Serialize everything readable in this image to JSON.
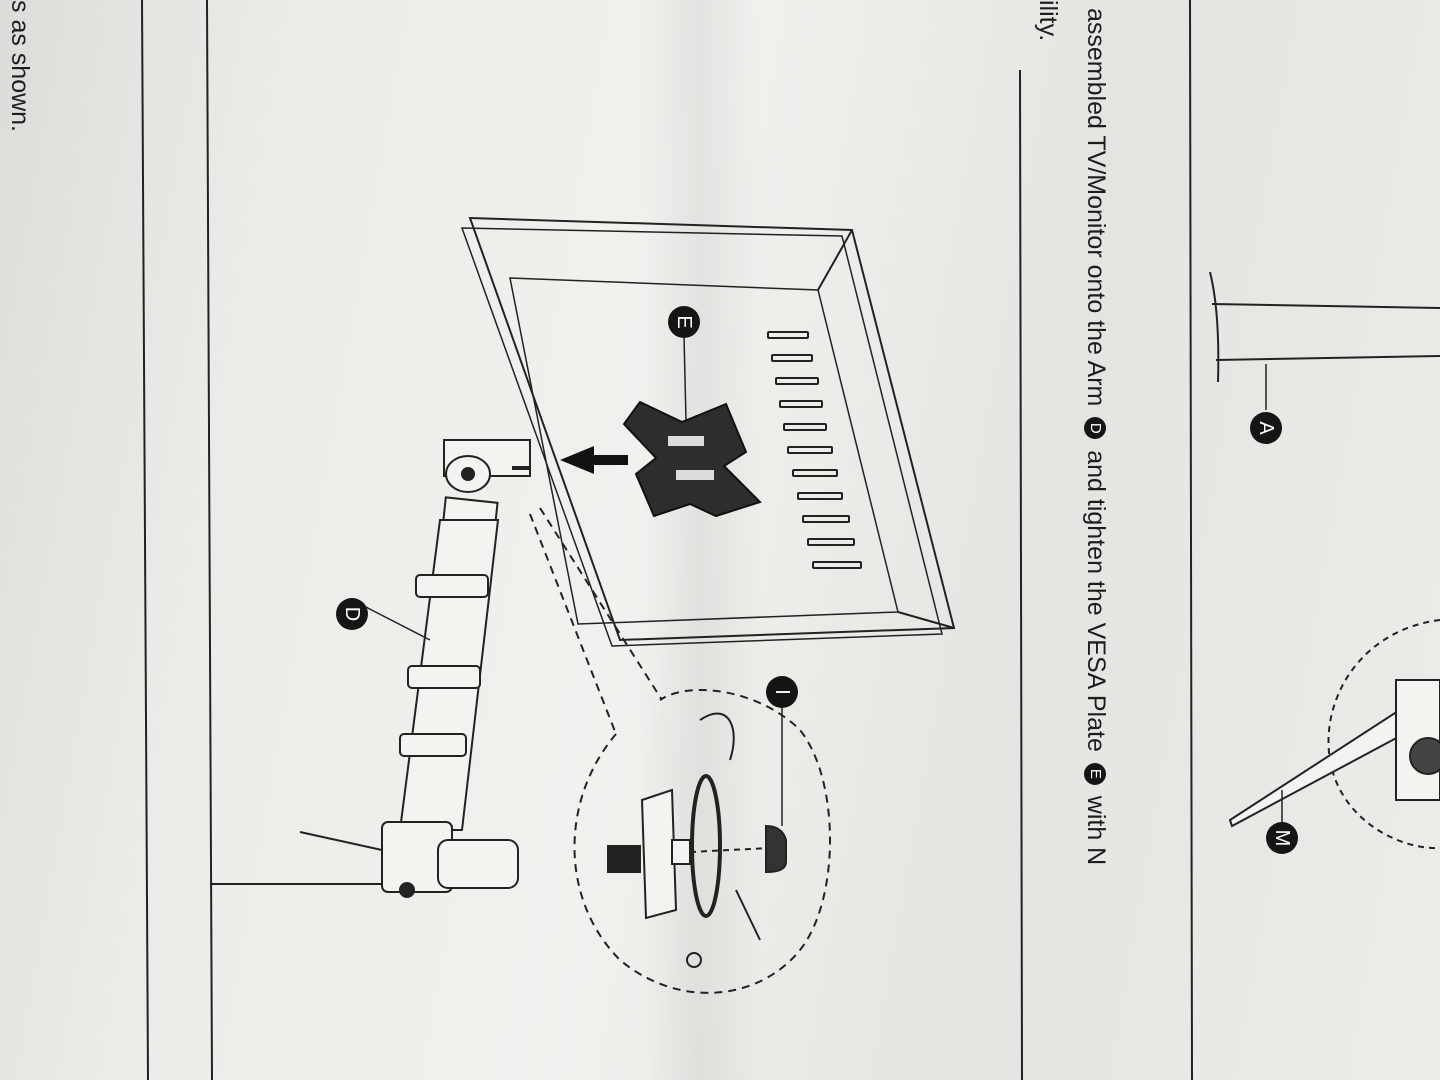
{
  "instructions": {
    "line1_part1": "assembled TV/Monitor onto the Arm",
    "line1_badge1": "D",
    "line1_part2": "and tighten the VESA Plate",
    "line1_badge2": "E",
    "line1_part3": "with N",
    "line2": "ility."
  },
  "footer": {
    "text": "s as shown."
  },
  "labels": {
    "arm": "D",
    "vesa_plate": "E",
    "nut": "I",
    "pole": "A",
    "wrench": "M"
  },
  "colors": {
    "ink": "#151515",
    "paper": "#ecece8"
  }
}
